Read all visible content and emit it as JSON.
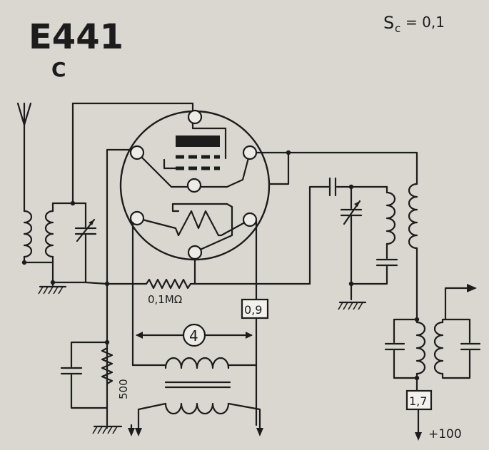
{
  "tube": {
    "type": "E441",
    "suffix": "C"
  },
  "screen_slope": {
    "symbol": "S",
    "subscript": "c",
    "value": "= 0,1"
  },
  "grid_resistor": "0,1MΩ",
  "screen_current": "0,9",
  "anode_current": "1,7",
  "transformer_ratio": "4",
  "cathode_resistor": "500",
  "supply_voltage": "+100"
}
